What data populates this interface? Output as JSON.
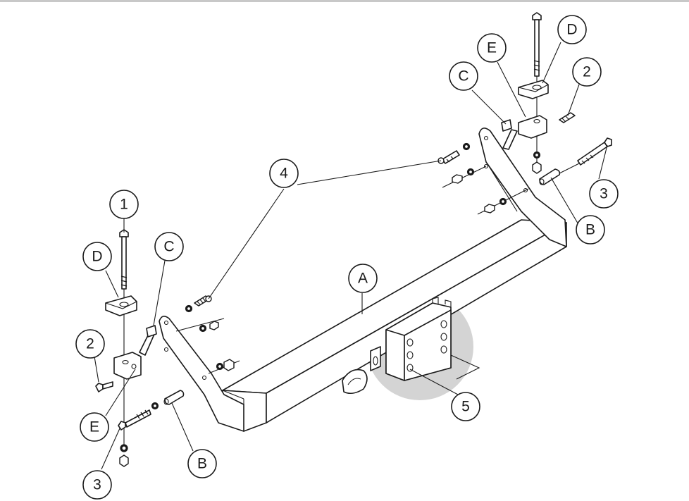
{
  "colors": {
    "line": "#1a1a1a",
    "highlight": "#d4d4d4",
    "background": "#ffffff"
  },
  "callouts": {
    "left_1": "1",
    "left_D": "D",
    "left_C": "C",
    "left_2": "2",
    "left_E": "E",
    "left_3": "3",
    "left_B": "B",
    "center_4": "4",
    "center_A": "A",
    "center_5": "5",
    "right_C": "C",
    "right_E": "E",
    "right_D": "D",
    "right_2": "2",
    "right_3": "3",
    "right_B": "B"
  }
}
